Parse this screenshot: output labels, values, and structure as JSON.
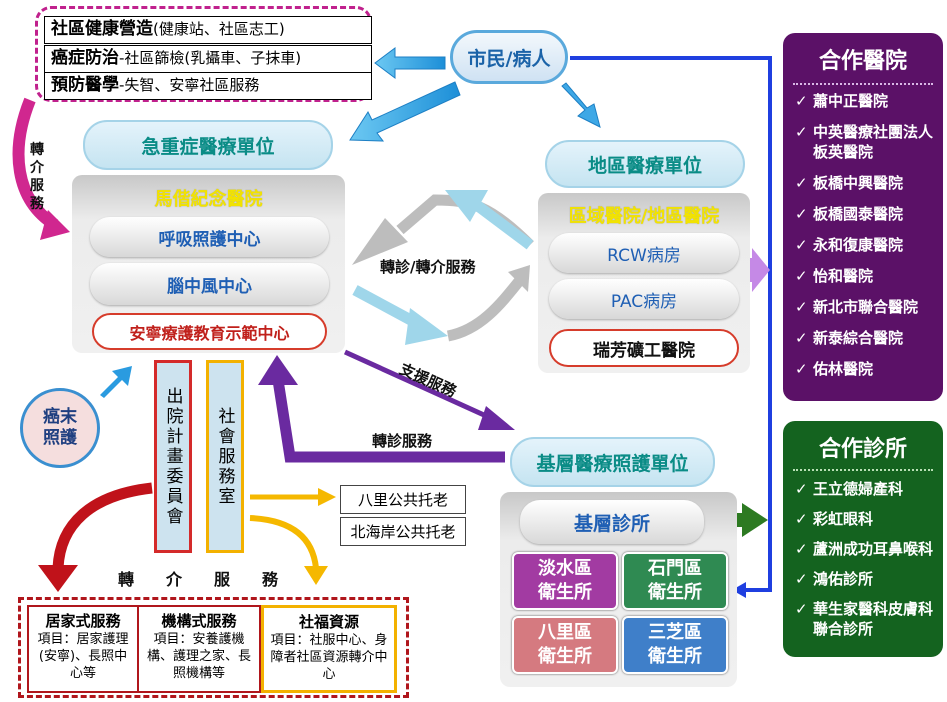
{
  "community": {
    "row1_head": "社區健康營造",
    "row1_rest": "(健康站、社區志工)",
    "row2_head": "癌症防治",
    "row2_rest": "-社區篩檢(乳攝車、子抹車)",
    "row3_head": "預防醫學",
    "row3_rest": "-失智、安寧社區服務"
  },
  "citizen": "市民/病人",
  "emergency_unit": "急重症醫療單位",
  "regional_unit": "地區醫療單位",
  "primary_unit": "基層醫療照護單位",
  "mackay": {
    "title": "馬偕紀念醫院",
    "items": [
      "呼吸照護中心",
      "腦中風中心",
      "安寧療護教育示範中心"
    ]
  },
  "regional": {
    "title": "區域醫院/地區醫院",
    "items": [
      "RCW病房",
      "PAC病房",
      "瑞芳礦工醫院"
    ]
  },
  "primary": {
    "title": "基層診所",
    "clinics": [
      "淡水區\n衛生所",
      "石門區\n衛生所",
      "八里區\n衛生所",
      "三芝區\n衛生所"
    ],
    "colors": [
      "#a23ba2",
      "#2f8a52",
      "#d57a80",
      "#3f7fc9"
    ]
  },
  "labels": {
    "left_referral": "轉\n介\n服\n務",
    "center_referral": "轉診/轉介服務",
    "support": "支援服務",
    "transfer": "轉診服務",
    "bottom_referral": "轉　　介　　服　　務"
  },
  "terminal_care": "癌末\n照護",
  "discharge_committee": "出院計畫委員會",
  "social_service": "社會服務室",
  "daycare": [
    "八里公共托老",
    "北海岸公共托老"
  ],
  "bottom": [
    {
      "head": "居家式服務",
      "body": "項目：居家護理(安寧)、長照中心等"
    },
    {
      "head": "機構式服務",
      "body": "項目：安養護機構、護理之家、長照機構等"
    },
    {
      "head": "社福資源",
      "body": "項目：社服中心、身障者社區資源轉介中心"
    }
  ],
  "partner_hospitals": {
    "title": "合作醫院",
    "items": [
      "蕭中正醫院",
      "中英醫療社團法人板英醫院",
      "板橋中興醫院",
      "板橋國泰醫院",
      "永和復康醫院",
      "怡和醫院",
      "新北市聯合醫院",
      "新泰綜合醫院",
      "佑林醫院"
    ]
  },
  "partner_clinics": {
    "title": "合作診所",
    "items": [
      "王立德婦產科",
      "彩虹眼科",
      "蘆洲成功耳鼻喉科",
      "鴻佑診所",
      "華生家醫科皮膚科聯合診所"
    ]
  },
  "colors": {
    "hospital_panel": "#5b1167",
    "clinic_panel": "#14631f",
    "arrow_blue": "#2a9be0",
    "arrow_purple": "#6a2aa0",
    "arrow_red": "#c0121a",
    "arrow_yellow": "#f5b800"
  }
}
